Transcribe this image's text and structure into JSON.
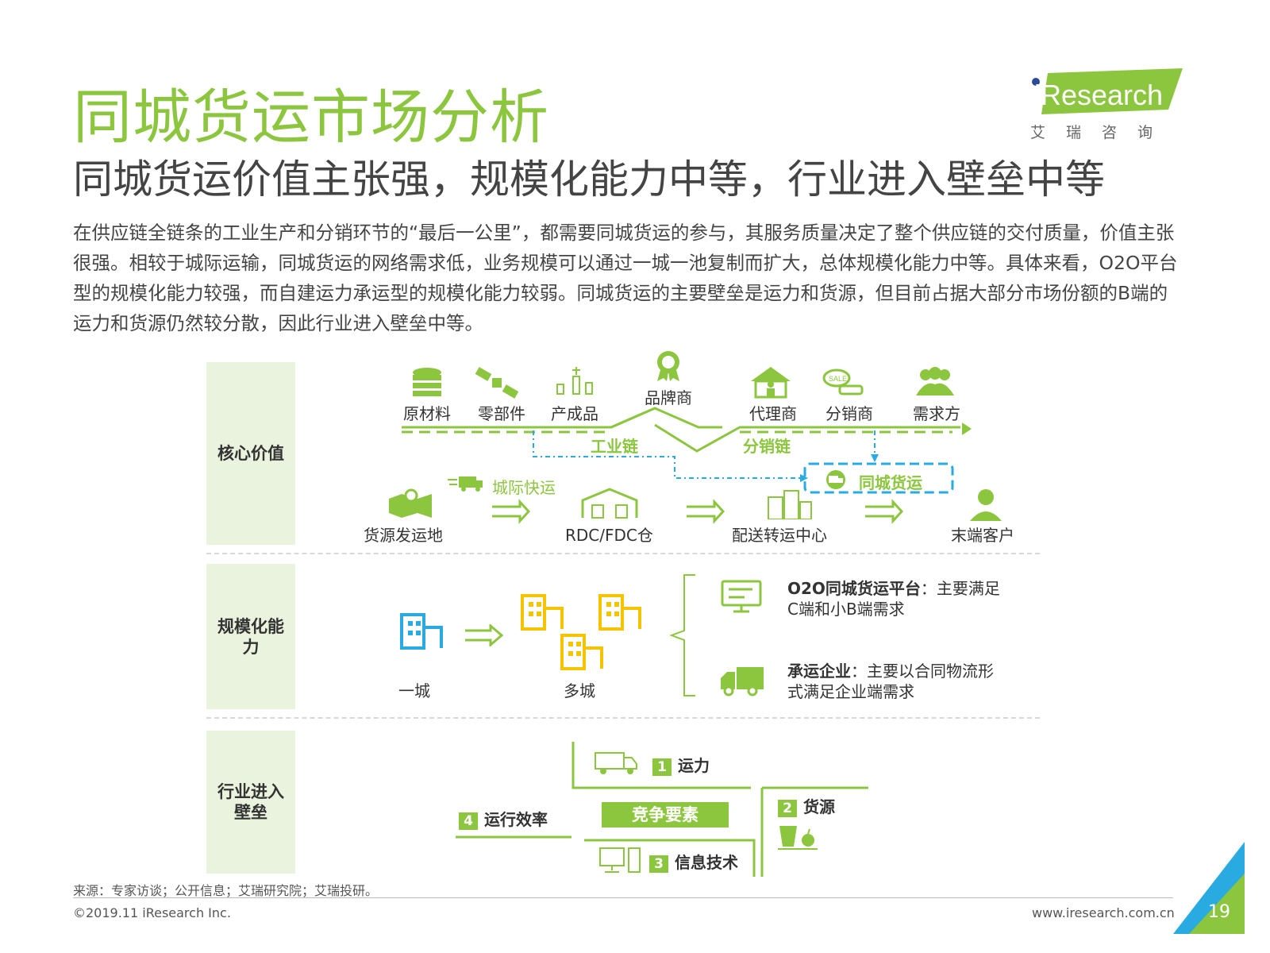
{
  "title": "同城货运市场分析",
  "subtitle": "同城货运价值主张强，规模化能力中等，行业进入壁垒中等",
  "paragraph": "在供应链全链条的工业生产和分销环节的“最后一公里”，都需要同城货运的参与，其服务质量决定了整个供应链的交付质量，价值主张很强。相较于城际运输，同城货运的网络需求低，业务规模可以通过一城一池复制而扩大，总体规模化能力中等。具体来看，O2O平台型的规模化能力较强，而自建运力承运型的规模化能力较弱。同城货运的主要壁垒是运力和货源，但目前占据大部分市场份额的B端的运力和货源仍然较分散，因此行业进入壁垒中等。",
  "logo": {
    "word": "iResearch",
    "sub": "艾瑞咨询"
  },
  "sections": {
    "core_value": "核心价值",
    "scale": "规模化能\n力",
    "barrier": "行业进入\n壁垒"
  },
  "chain": {
    "raw": "原材料",
    "parts": "零部件",
    "product": "产成品",
    "brand": "品牌商",
    "agent": "代理商",
    "distributor": "分销商",
    "demand": "需求方",
    "industry_chain": "工业链",
    "distribution_chain": "分销链",
    "city_freight": "同城货运"
  },
  "flow": {
    "origin": "货源发运地",
    "express": "城际快运",
    "rdc": "RDC/FDC仓",
    "center": "配送转运中心",
    "customer": "末端客户"
  },
  "scale": {
    "one_city": "一城",
    "multi_city": "多城",
    "o2o_title": "O2O同城货运平台",
    "o2o_desc_1": "：主要满足",
    "o2o_desc_2": "C端和小B端需求",
    "carrier_title": "承运企业",
    "carrier_desc_1": "：主要以合同物流形",
    "carrier_desc_2": "式满足企业端需求"
  },
  "barrier": {
    "center": "竞争要素",
    "items": [
      {
        "num": "1",
        "label": "运力"
      },
      {
        "num": "2",
        "label": "货源"
      },
      {
        "num": "3",
        "label": "信息技术"
      },
      {
        "num": "4",
        "label": "运行效率"
      }
    ]
  },
  "footer": {
    "source": "来源：专家访谈；公开信息；艾瑞研究院；艾瑞投研。",
    "copyright": "©2019.11 iResearch Inc.",
    "url": "www.iresearch.com.cn",
    "page": "19"
  },
  "colors": {
    "accent": "#8cc63f",
    "blue": "#29abe2",
    "yellow": "#f5c400",
    "panel": "#eaf3de"
  }
}
